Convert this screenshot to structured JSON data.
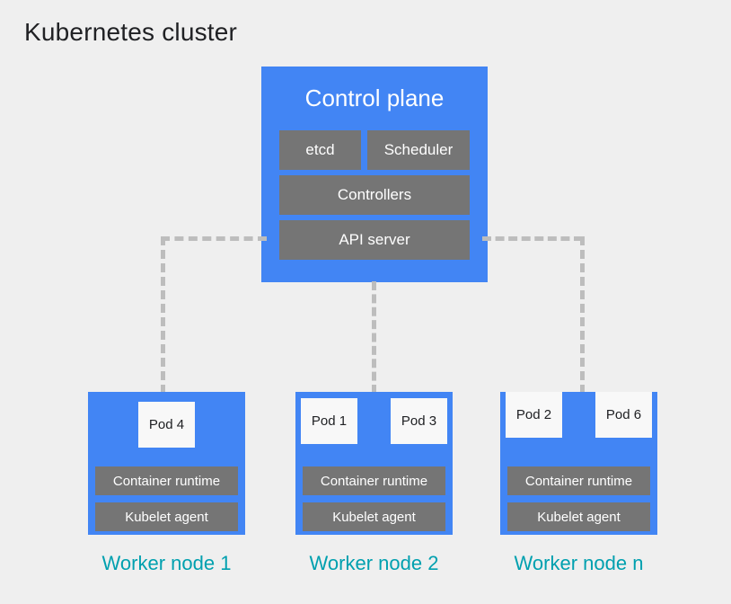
{
  "title": "Kubernetes cluster",
  "colors": {
    "background": "#efefef",
    "node_blue": "#4285f4",
    "component_gray": "#757575",
    "pod_white": "#f8f8f8",
    "label_teal": "#00a0af",
    "connector_gray": "#bdbdbd",
    "title_text": "#202124"
  },
  "control_plane": {
    "title": "Control plane",
    "components": [
      {
        "id": "etcd",
        "label": "etcd"
      },
      {
        "id": "scheduler",
        "label": "Scheduler"
      },
      {
        "id": "controllers",
        "label": "Controllers"
      },
      {
        "id": "api-server",
        "label": "API server"
      }
    ]
  },
  "worker_nodes": [
    {
      "id": "worker-node-1",
      "label": "Worker node 1",
      "pods": [
        {
          "label": "Pod 4"
        }
      ],
      "runtime_label": "Container runtime",
      "kubelet_label": "Kubelet agent"
    },
    {
      "id": "worker-node-2",
      "label": "Worker node 2",
      "pods": [
        {
          "label": "Pod 1"
        },
        {
          "label": "Pod 3"
        }
      ],
      "runtime_label": "Container runtime",
      "kubelet_label": "Kubelet agent"
    },
    {
      "id": "worker-node-n",
      "label": "Worker node n",
      "pods": [
        {
          "label": "Pod 2"
        },
        {
          "label": "Pod 6"
        }
      ],
      "runtime_label": "Container runtime",
      "kubelet_label": "Kubelet agent"
    }
  ],
  "connectors": [
    {
      "id": "api-server-to-worker-1",
      "style": "dashed"
    },
    {
      "id": "api-server-to-worker-2",
      "style": "dashed"
    },
    {
      "id": "api-server-to-worker-n",
      "style": "dashed"
    }
  ]
}
